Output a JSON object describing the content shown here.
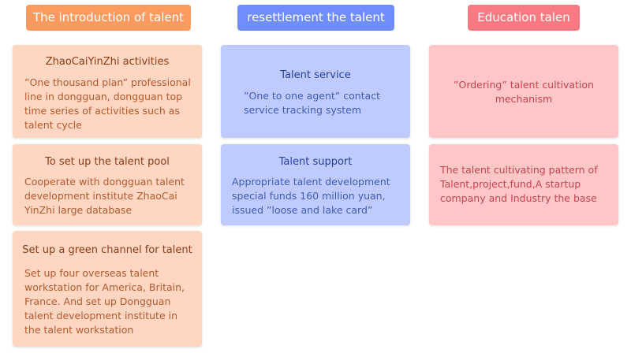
{
  "colors": {
    "col1_header": "#fd9a5f",
    "col2_header": "#6f8dff",
    "col3_header": "#f97a80",
    "col1_card": "#fed6c2",
    "col2_card": "#bfcbff",
    "col3_card": "#ffc6c8"
  },
  "columns": [
    {
      "header": "The introduction of talent",
      "cards": [
        {
          "title": "ZhaoCaiYinZhi activities",
          "body": [
            "”One thousand plan” professional",
            "line in dongguan, dongguan top",
            "time series of activities such as",
            "talent cycle"
          ]
        },
        {
          "title": "To set up the talent pool",
          "body": [
            "Cooperate with dongguan talent",
            "development institute ZhaoCai",
            "YinZhi large database"
          ]
        },
        {
          "title": "Set up a green channel for talent",
          "body": [
            "Set up four overseas talent",
            "workstation for America, Britain,",
            "France. And set up Dongguan",
            "talent development institute in",
            "the talent workstation"
          ]
        }
      ]
    },
    {
      "header": "resettlement the  talent",
      "cards": [
        {
          "title": "Talent service",
          "body": [
            "”One to one agent” contact",
            "service tracking system"
          ]
        },
        {
          "title": "Talent support",
          "body": [
            "Appropriate talent development",
            "special funds 160 million yuan,",
            "issued ”loose and lake card”"
          ]
        }
      ]
    },
    {
      "header": "Education talen",
      "cards": [
        {
          "body": [
            "”Ordering” talent cultivation",
            "mechanism"
          ]
        },
        {
          "body": [
            "The talent cultivating pattern of",
            "Talent,project,fund,A startup",
            "company and Industry the base"
          ]
        }
      ]
    }
  ]
}
